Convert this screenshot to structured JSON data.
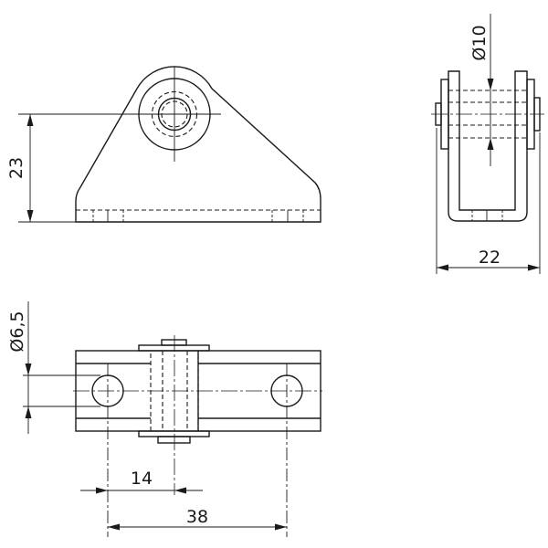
{
  "drawing": {
    "front_view": {
      "height_dim": "23"
    },
    "side_view": {
      "pin_diameter_dim": "Ø10",
      "width_dim": "22"
    },
    "top_view": {
      "hole_diameter_dim": "Ø6,5",
      "offset_dim": "14",
      "hole_spacing_dim": "38"
    },
    "colors": {
      "line": "#1a1a1a",
      "background": "#ffffff"
    }
  }
}
